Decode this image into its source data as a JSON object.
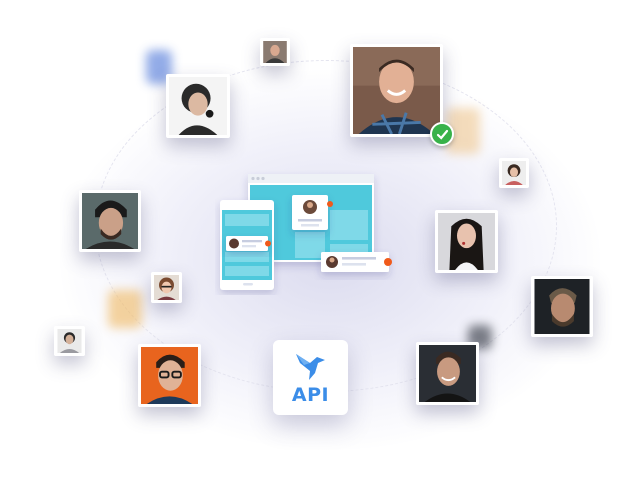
{
  "api_tile": {
    "label": "API",
    "icon": "hummingbird-icon"
  },
  "colors": {
    "accent_blue": "#3b8de8",
    "mockup_teal": "#4fc9dc",
    "notification_orange": "#f05a1a",
    "verified_green": "#38b24a"
  },
  "profiles": [
    {
      "id": "woman-headset",
      "verified": false
    },
    {
      "id": "man-smiling-plaid",
      "verified": true
    },
    {
      "id": "man-tiny-top",
      "verified": false
    },
    {
      "id": "woman-tiny-right",
      "verified": false
    },
    {
      "id": "man-beard-left",
      "verified": false
    },
    {
      "id": "woman-dark-hair",
      "verified": false
    },
    {
      "id": "woman-small-glasses",
      "verified": false
    },
    {
      "id": "man-beard-right",
      "verified": false
    },
    {
      "id": "man-tiny-left",
      "verified": false
    },
    {
      "id": "man-glasses-orange",
      "verified": false
    },
    {
      "id": "man-black-shirt",
      "verified": false
    }
  ]
}
